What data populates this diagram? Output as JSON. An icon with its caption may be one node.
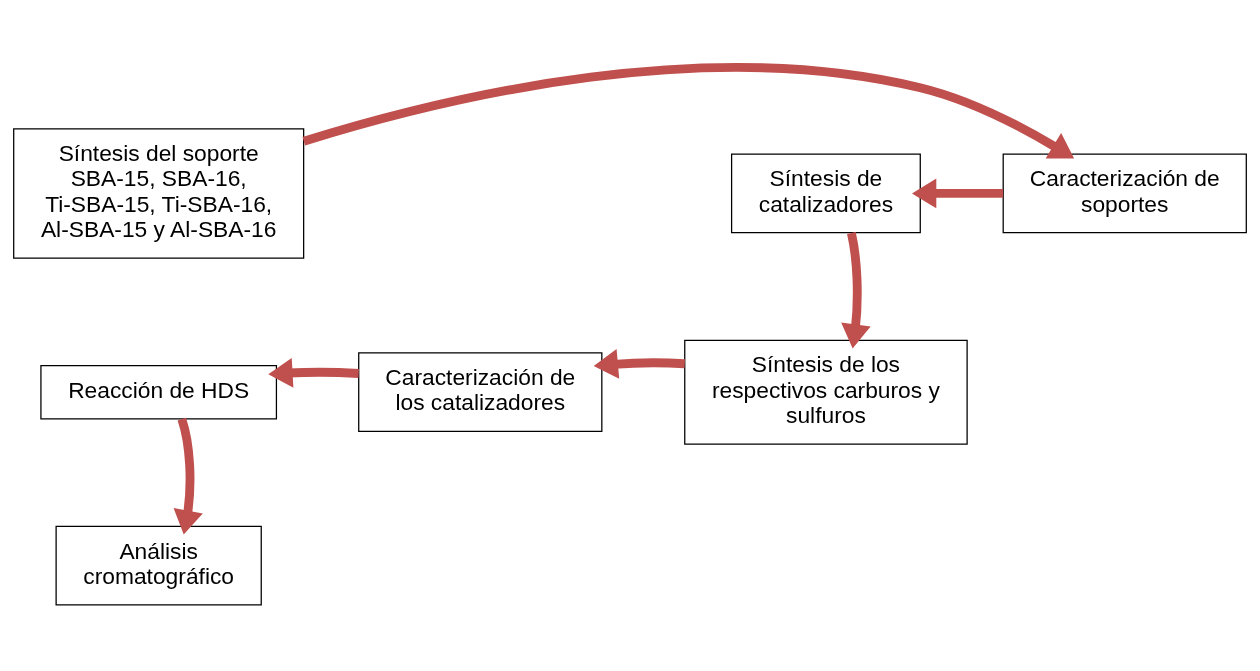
{
  "diagram": {
    "nodes": [
      {
        "text": [
          "Síntesis del soporte SBA-15, SBA-16, Ti-SBA-15, Ti-SBA-16, Al-SBA-15 y Al-SBA-16"
        ]
      },
      {
        "text": [
          "Caracterización de soportes"
        ]
      },
      {
        "text": [
          "Síntesis de catalizadores"
        ]
      },
      {
        "text": [
          "Síntesis de los respectivos carburos y sulfuros"
        ]
      },
      {
        "text": [
          "Caracterización de los catalizadores"
        ]
      },
      {
        "text": [
          "Reacción de HDS"
        ]
      },
      {
        "text": [
          "Análisis  cromatográfico"
        ]
      }
    ],
    "edges": [
      {
        "from": 0,
        "to": 1,
        "arrow": "to"
      },
      {
        "from": 1,
        "to": 2,
        "arrow": "to"
      },
      {
        "from": 2,
        "to": 3,
        "arrow": "to"
      },
      {
        "from": 3,
        "to": 4,
        "arrow": "to"
      },
      {
        "from": 4,
        "to": 5,
        "arrow": "to"
      },
      {
        "from": 5,
        "to": 6,
        "arrow": "to"
      }
    ]
  }
}
